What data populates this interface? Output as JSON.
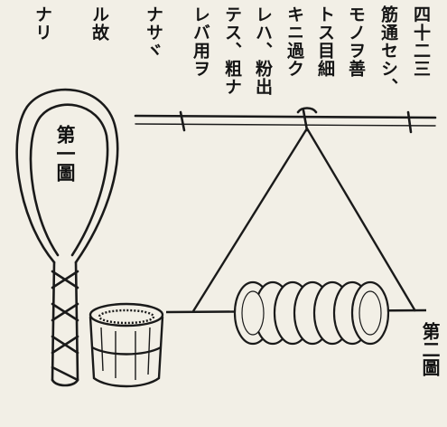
{
  "text_columns": [
    "四十二三",
    "筋通セシ、",
    "モノヲ善",
    "トス目細",
    "キニ過ク",
    "レハ、粉出",
    "テス、粗ナ",
    "レバ用ヲ",
    "ナサヾ",
    "ル故",
    "ナリ"
  ],
  "figure1": {
    "label": "第一圖"
  },
  "figure2": {
    "label": "第二圖"
  }
}
